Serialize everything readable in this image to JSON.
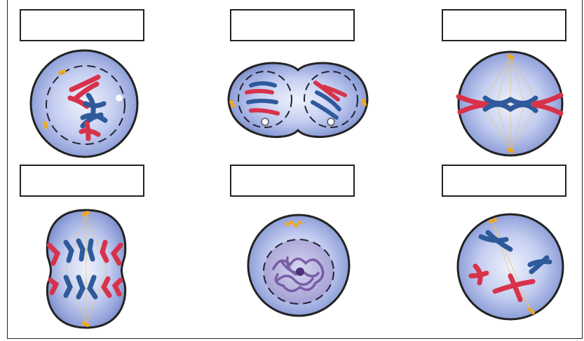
{
  "worksheet": {
    "title": "",
    "label_boxes": [
      "",
      "",
      "",
      "",
      "",
      ""
    ]
  },
  "cells": [
    {
      "stage_shown": "prophase"
    },
    {
      "stage_shown": "telophase"
    },
    {
      "stage_shown": "metaphase"
    },
    {
      "stage_shown": "anaphase"
    },
    {
      "stage_shown": "interphase"
    },
    {
      "stage_shown": "prometaphase"
    }
  ],
  "colors": {
    "chromosome_red": "#d8324a",
    "chromosome_blue": "#2e5a9c",
    "cytoplasm": "#aebde8",
    "membrane": "#222222",
    "centrosome": "#f0a820",
    "nucleus_chromatin": "#7a5aa8"
  }
}
